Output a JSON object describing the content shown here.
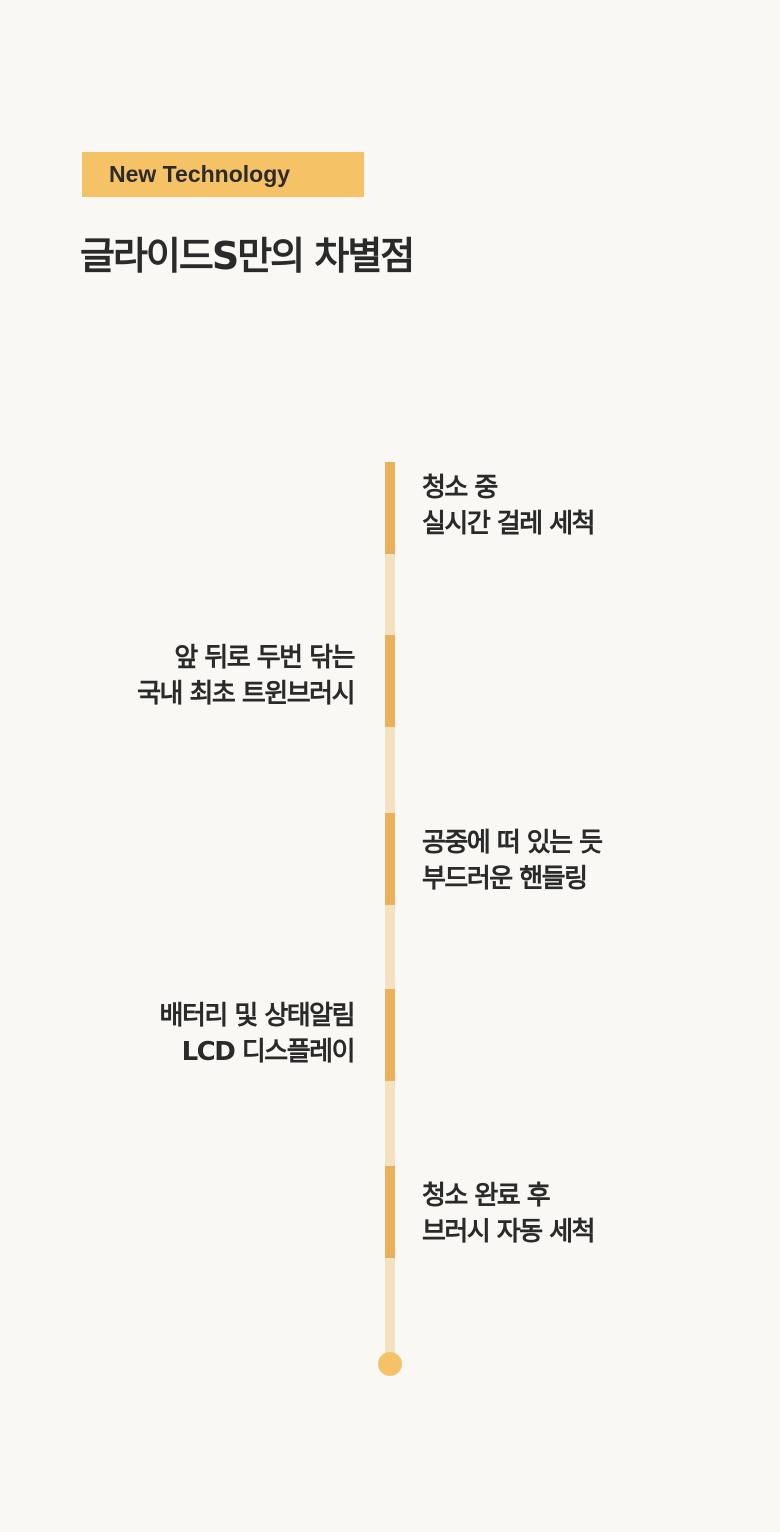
{
  "badge": {
    "label": "New Technology"
  },
  "title": "글라이드S만의 차별점",
  "colors": {
    "background": "#f9f8f4",
    "accent": "#f6c266",
    "segment": "#ebb156",
    "track": "#f4e1c0",
    "text": "#2a2a2a"
  },
  "features": [
    {
      "side": "right",
      "line1": "청소 중",
      "line2": "실시간 걸레 세척"
    },
    {
      "side": "left",
      "line1": "앞 뒤로 두번 닦는",
      "line2": "국내 최초 트윈브러시"
    },
    {
      "side": "right",
      "line1": "공중에 떠 있는 듯",
      "line2": "부드러운 핸들링"
    },
    {
      "side": "left",
      "line1": "배터리 및 상태알림",
      "line2": "LCD 디스플레이"
    },
    {
      "side": "right",
      "line1": "청소 완료 후",
      "line2": "브러시 자동 세척"
    }
  ]
}
